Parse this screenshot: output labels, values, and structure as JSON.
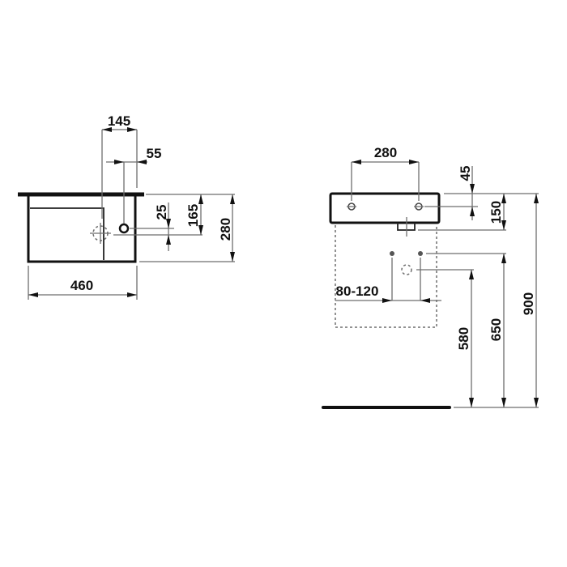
{
  "drawing": {
    "type": "technical dimension drawing",
    "units": "mm",
    "colors": {
      "line": "#111111",
      "dimension": "#6e6e6e",
      "background": "#ffffff"
    }
  },
  "top_view": {
    "dimensions": {
      "tap_offset": "145",
      "tap_hole_from_edge": "55",
      "hole_depth": "25",
      "drain_depth": "165",
      "depth": "280",
      "width": "460"
    }
  },
  "front_view": {
    "dimensions": {
      "fixing_spacing": "280",
      "fixing_height": "45",
      "basin_height": "150",
      "supply_spacing": "80-120",
      "waste_height": "580",
      "supply_height": "650",
      "rim_height": "900"
    }
  }
}
